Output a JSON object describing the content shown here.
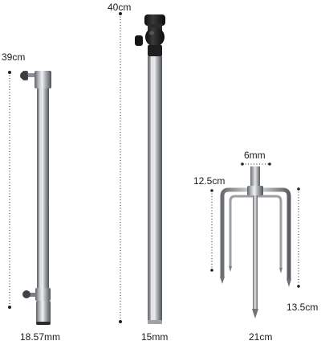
{
  "labels": {
    "pole1_length": "39cm",
    "pole1_diameter": "18.57mm",
    "pole2_length": "40cm",
    "pole2_diameter": "15mm",
    "stake_rod_diameter": "6mm",
    "stake_inner_prong": "12.5cm",
    "stake_outer_prong": "13.5cm",
    "stake_width": "21cm"
  },
  "colors": {
    "background": "#ffffff",
    "dimension_line": "#222222",
    "steel_dark": "#5e6166",
    "steel_mid": "#b9bcc0",
    "steel_light": "#f1f2f3",
    "knob": "#1c1c1c"
  }
}
